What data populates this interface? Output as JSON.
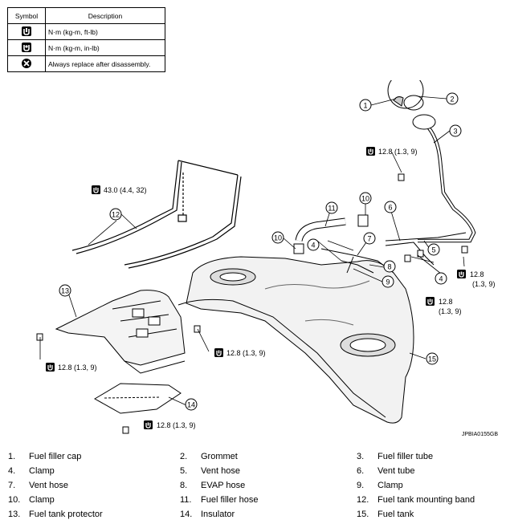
{
  "legend": {
    "header_symbol": "Symbol",
    "header_description": "Description",
    "rows": [
      {
        "icon": "torque-wrench-icon",
        "text": "N·m (kg-m, ft-lb)"
      },
      {
        "icon": "torque-wrench-inlb-icon",
        "text": "N·m (kg-m, in-lb)"
      },
      {
        "icon": "replace-part-icon",
        "text": "Always replace after disassembly."
      }
    ]
  },
  "torques": {
    "t1": "12.8 (1.3, 9)",
    "t2": "43.0 (4.4, 32)",
    "t3a": "12.8",
    "t3b": "(1.3, 9)",
    "t4a": "12.8",
    "t4b": "(1.3, 9)",
    "t5": "12.8 (1.3, 9)",
    "t6": "12.8 (1.3, 9)",
    "t7": "12.8 (1.3, 9)"
  },
  "callouts": [
    "1",
    "2",
    "3",
    "4",
    "5",
    "6",
    "7",
    "8",
    "9",
    "10",
    "11",
    "12",
    "13",
    "14",
    "15"
  ],
  "figure_code": "JPBIA0155GB",
  "parts": [
    [
      {
        "n": "1.",
        "name": "Fuel filler cap"
      },
      {
        "n": "2.",
        "name": "Grommet"
      },
      {
        "n": "3.",
        "name": "Fuel filler tube"
      }
    ],
    [
      {
        "n": "4.",
        "name": "Clamp"
      },
      {
        "n": "5.",
        "name": "Vent hose"
      },
      {
        "n": "6.",
        "name": "Vent tube"
      }
    ],
    [
      {
        "n": "7.",
        "name": "Vent hose"
      },
      {
        "n": "8.",
        "name": "EVAP hose"
      },
      {
        "n": "9.",
        "name": "Clamp"
      }
    ],
    [
      {
        "n": "10.",
        "name": "Clamp"
      },
      {
        "n": "11.",
        "name": "Fuel filler hose"
      },
      {
        "n": "12.",
        "name": "Fuel tank mounting band"
      }
    ],
    [
      {
        "n": "13.",
        "name": "Fuel tank protector"
      },
      {
        "n": "14.",
        "name": "Insulator"
      },
      {
        "n": "15.",
        "name": "Fuel tank"
      }
    ]
  ]
}
